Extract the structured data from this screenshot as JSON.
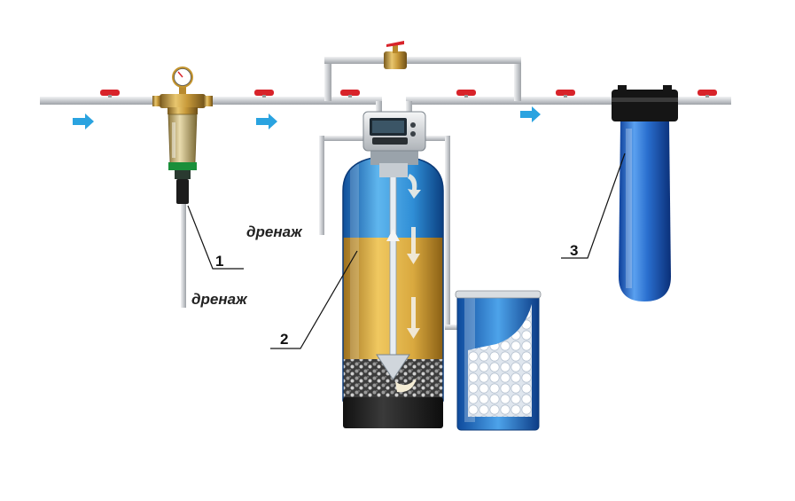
{
  "labels": {
    "drain_left": "дренаж",
    "drain_center": "дренаж",
    "callout_1": "1",
    "callout_2": "2",
    "callout_3": "3"
  },
  "components": {
    "prefilter": "mesh-prefilter-with-gauge",
    "softener": "softener-tank-with-control-valve",
    "brine_tank": "brine-salt-tank",
    "cartridge": "blue-cartridge-filter-housing"
  },
  "colors": {
    "pipe": "#d4d7da",
    "valve_handle": "#d8232a",
    "flow_arrow": "#2aa3e0",
    "brass": "#c89a3a",
    "water_blue": "#2f8ed6",
    "resin": "#d9a93f",
    "housing_blue": "#2a6fcf"
  }
}
